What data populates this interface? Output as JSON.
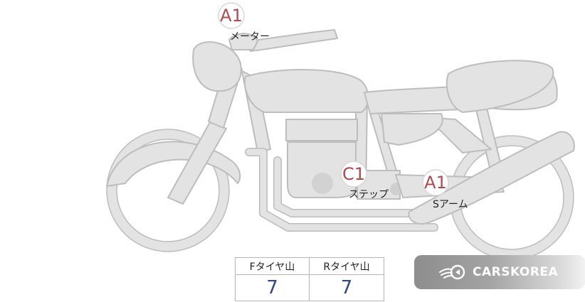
{
  "markers": [
    {
      "code": "A1",
      "label": "メーター"
    },
    {
      "code": "C1",
      "label": "ステップ"
    },
    {
      "code": "A1",
      "label": "Sアーム"
    }
  ],
  "tire_table": {
    "front_header": "Fタイヤ山",
    "rear_header": "Rタイヤ山",
    "front_value": "7",
    "rear_value": "7"
  },
  "brand": {
    "text": "CARSKOREA",
    "icon": "flame-ring-logo-icon"
  },
  "colors": {
    "marker_text": "#b24a4a",
    "table_value": "#2d4a86",
    "body_fill": "#e3e3e3",
    "outline": "#bdbdbd"
  }
}
